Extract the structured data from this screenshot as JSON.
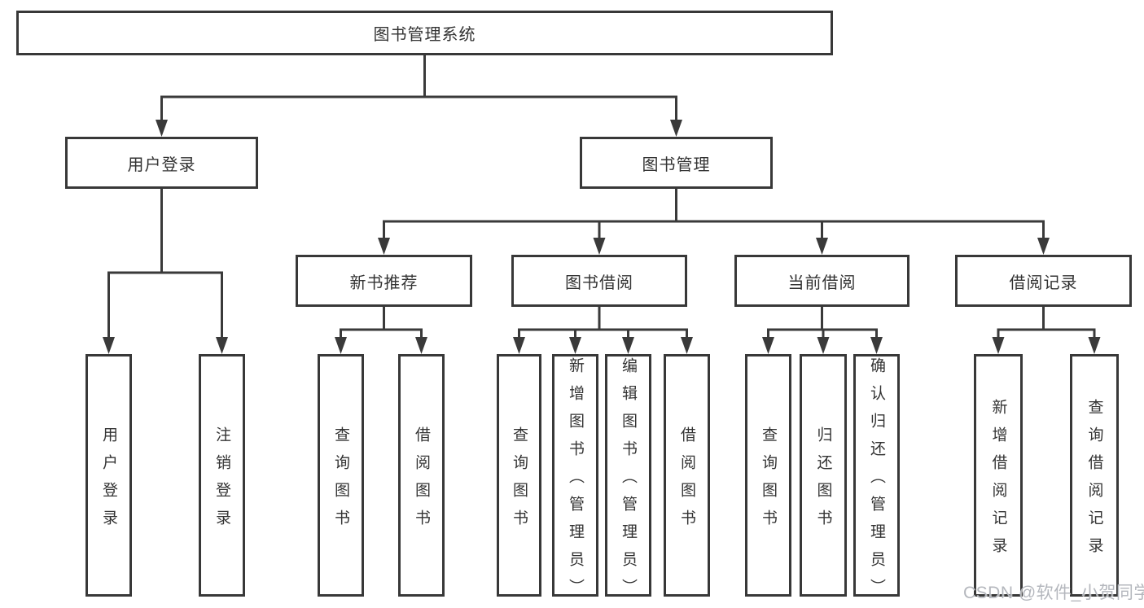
{
  "diagram": {
    "root": {
      "label": "图书管理系统"
    },
    "level2": [
      {
        "id": "user-login",
        "label": "用户登录"
      },
      {
        "id": "book-management",
        "label": "图书管理"
      }
    ],
    "level3": [
      {
        "id": "new-book-recommend",
        "label": "新书推荐"
      },
      {
        "id": "book-borrow",
        "label": "图书借阅"
      },
      {
        "id": "current-borrow",
        "label": "当前借阅"
      },
      {
        "id": "borrow-records",
        "label": "借阅记录"
      }
    ],
    "leaves": [
      {
        "parent": "user-login",
        "label": "用户登录"
      },
      {
        "parent": "user-login",
        "label": "注销登录"
      },
      {
        "parent": "new-book-recommend",
        "label": "查询图书"
      },
      {
        "parent": "new-book-recommend",
        "label": "借阅图书"
      },
      {
        "parent": "book-borrow",
        "label": "查询图书"
      },
      {
        "parent": "book-borrow",
        "label": "新增图书（管理员）"
      },
      {
        "parent": "book-borrow",
        "label": "编辑图书（管理员）"
      },
      {
        "parent": "book-borrow",
        "label": "借阅图书"
      },
      {
        "parent": "current-borrow",
        "label": "查询图书"
      },
      {
        "parent": "current-borrow",
        "label": "归还图书"
      },
      {
        "parent": "current-borrow",
        "label": "确认归还（管理员）"
      },
      {
        "parent": "borrow-records",
        "label": "新增借阅记录"
      },
      {
        "parent": "borrow-records",
        "label": "查询借阅记录"
      }
    ]
  },
  "watermark": "CSDN @软件_小贺同学",
  "colors": {
    "line": "#3a3a3a",
    "text": "#333333",
    "watermark": "#b4b7bd",
    "background": "#ffffff"
  }
}
